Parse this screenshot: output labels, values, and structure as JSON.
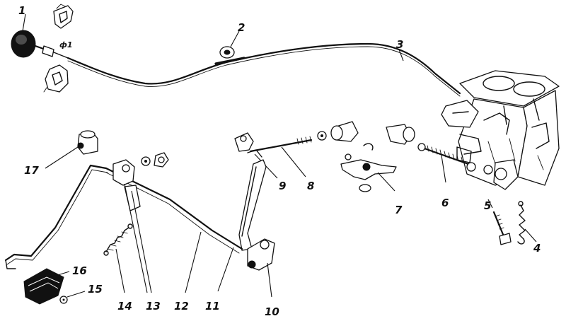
{
  "diagram": {
    "labels": [
      {
        "id": "1",
        "text": "1"
      },
      {
        "id": "2",
        "text": "2"
      },
      {
        "id": "3",
        "text": "3"
      },
      {
        "id": "4",
        "text": "4"
      },
      {
        "id": "5",
        "text": "5"
      },
      {
        "id": "6",
        "text": "6"
      },
      {
        "id": "7",
        "text": "7"
      },
      {
        "id": "8",
        "text": "8"
      },
      {
        "id": "9",
        "text": "9"
      },
      {
        "id": "10",
        "text": "10"
      },
      {
        "id": "11",
        "text": "11"
      },
      {
        "id": "12",
        "text": "12"
      },
      {
        "id": "13",
        "text": "13"
      },
      {
        "id": "14",
        "text": "14"
      },
      {
        "id": "15",
        "text": "15"
      },
      {
        "id": "16",
        "text": "16"
      },
      {
        "id": "17",
        "text": "17"
      }
    ],
    "ink_color": "#111111",
    "background_color": "#ffffff"
  }
}
